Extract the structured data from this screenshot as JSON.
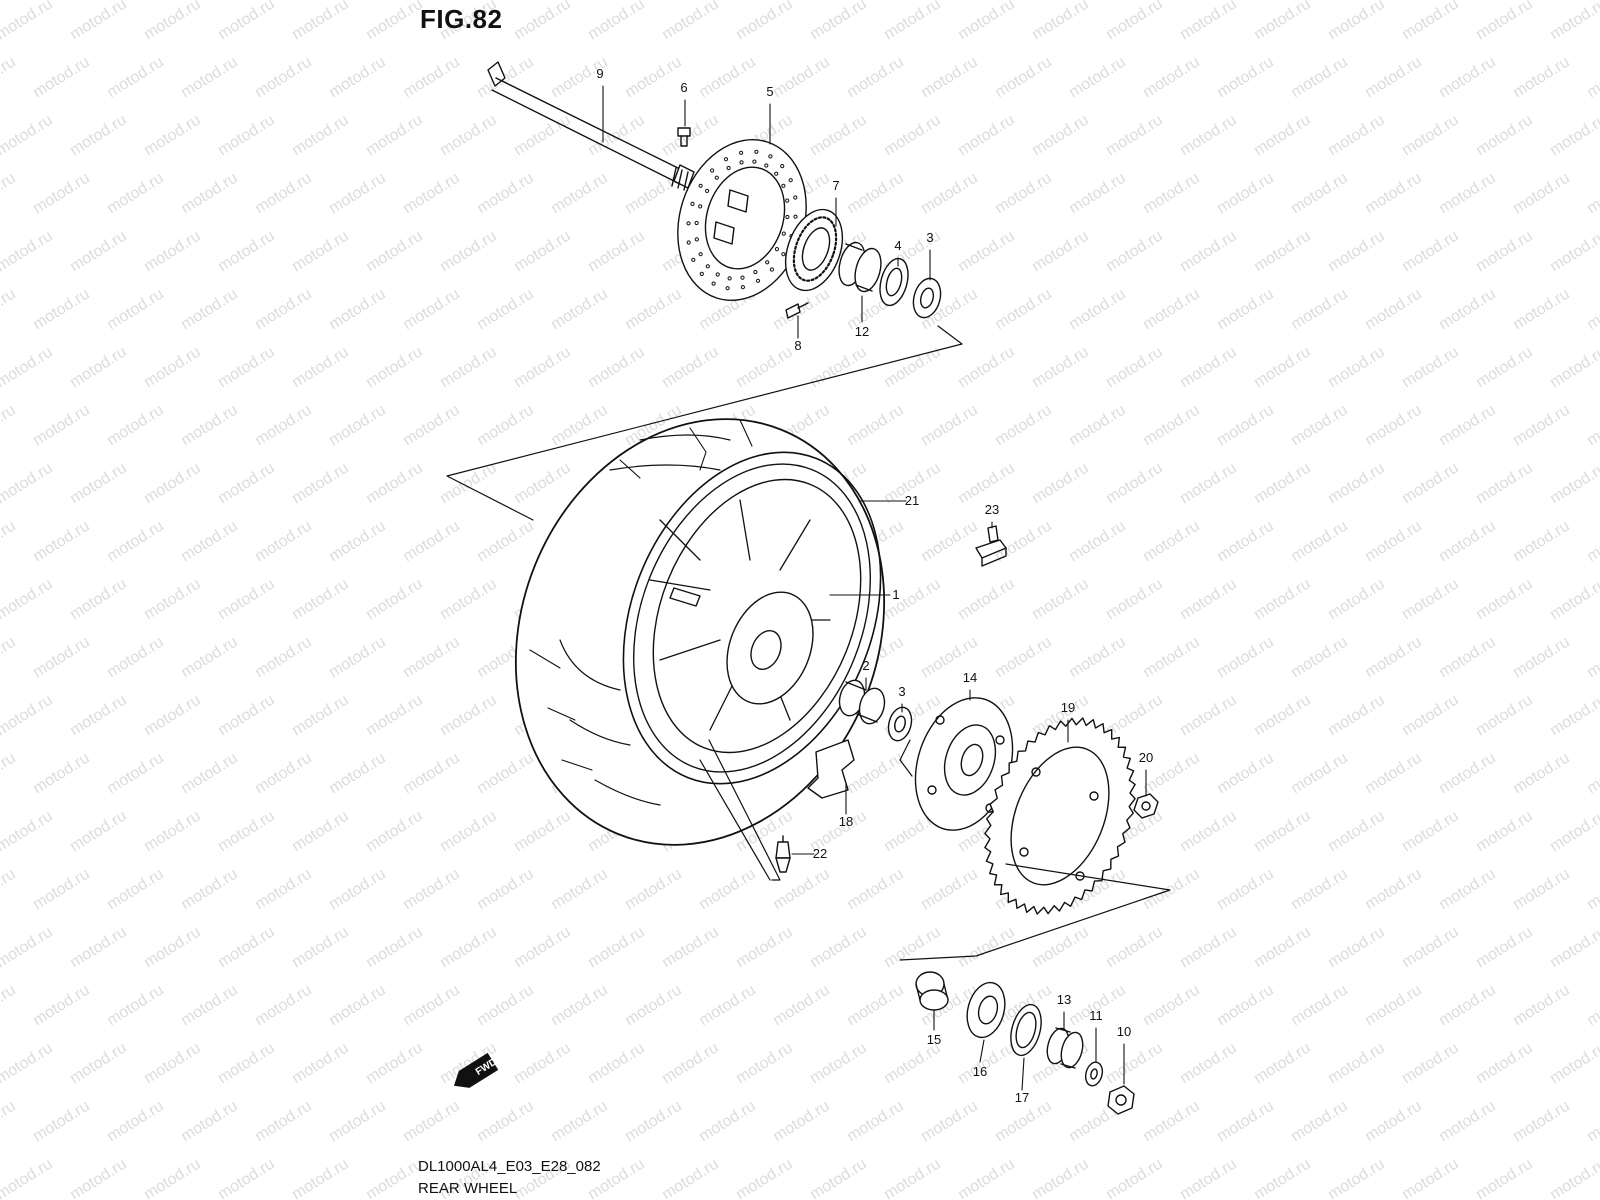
{
  "figure": {
    "title": "FIG.82",
    "code": "DL1000AL4_E03_E28_082",
    "name": "REAR WHEEL"
  },
  "watermark": "motod.ru",
  "fwd_badge": "FWD",
  "callouts": [
    {
      "id": "1",
      "label": "1"
    },
    {
      "id": "2",
      "label": "2"
    },
    {
      "id": "3a",
      "label": "3"
    },
    {
      "id": "3b",
      "label": "3"
    },
    {
      "id": "4",
      "label": "4"
    },
    {
      "id": "5",
      "label": "5"
    },
    {
      "id": "6",
      "label": "6"
    },
    {
      "id": "7",
      "label": "7"
    },
    {
      "id": "8",
      "label": "8"
    },
    {
      "id": "9",
      "label": "9"
    },
    {
      "id": "10",
      "label": "10"
    },
    {
      "id": "11",
      "label": "11"
    },
    {
      "id": "12",
      "label": "12"
    },
    {
      "id": "13",
      "label": "13"
    },
    {
      "id": "14",
      "label": "14"
    },
    {
      "id": "15",
      "label": "15"
    },
    {
      "id": "16",
      "label": "16"
    },
    {
      "id": "17",
      "label": "17"
    },
    {
      "id": "18",
      "label": "18"
    },
    {
      "id": "19",
      "label": "19"
    },
    {
      "id": "20",
      "label": "20"
    },
    {
      "id": "21",
      "label": "21"
    },
    {
      "id": "22",
      "label": "22"
    },
    {
      "id": "23",
      "label": "23"
    }
  ],
  "colors": {
    "ink": "#111111",
    "watermark": "#dcdcdc",
    "background": "#ffffff"
  }
}
